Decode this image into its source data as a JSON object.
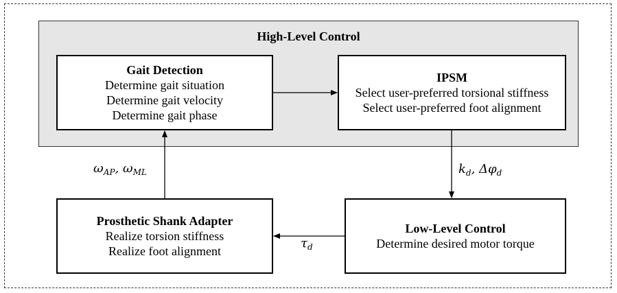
{
  "high_level_control": {
    "title": "High-Level Control"
  },
  "gait_detection": {
    "title": "Gait Detection",
    "lines": [
      "Determine gait situation",
      "Determine gait velocity",
      "Determine gait phase"
    ]
  },
  "ipsm": {
    "title": "IPSM",
    "lines": [
      "Select user-preferred torsional stiffness",
      "Select user-preferred foot alignment"
    ]
  },
  "prosthetic_shank_adapter": {
    "title": "Prosthetic Shank Adapter",
    "lines": [
      "Realize torsion stiffness",
      "Realize foot alignment"
    ]
  },
  "low_level_control": {
    "title": "Low-Level Control",
    "lines": [
      "Determine desired motor torque"
    ]
  },
  "edge_labels": {
    "omega_ap": "ω",
    "omega_ap_sub": "AP",
    "omega_sep": ", ω",
    "omega_ml_sub": "ML",
    "kd": "k",
    "kd_sub": "d",
    "kd_sep": ", Δφ",
    "phi_sub": "d",
    "tau": "τ",
    "tau_sub": "d"
  }
}
